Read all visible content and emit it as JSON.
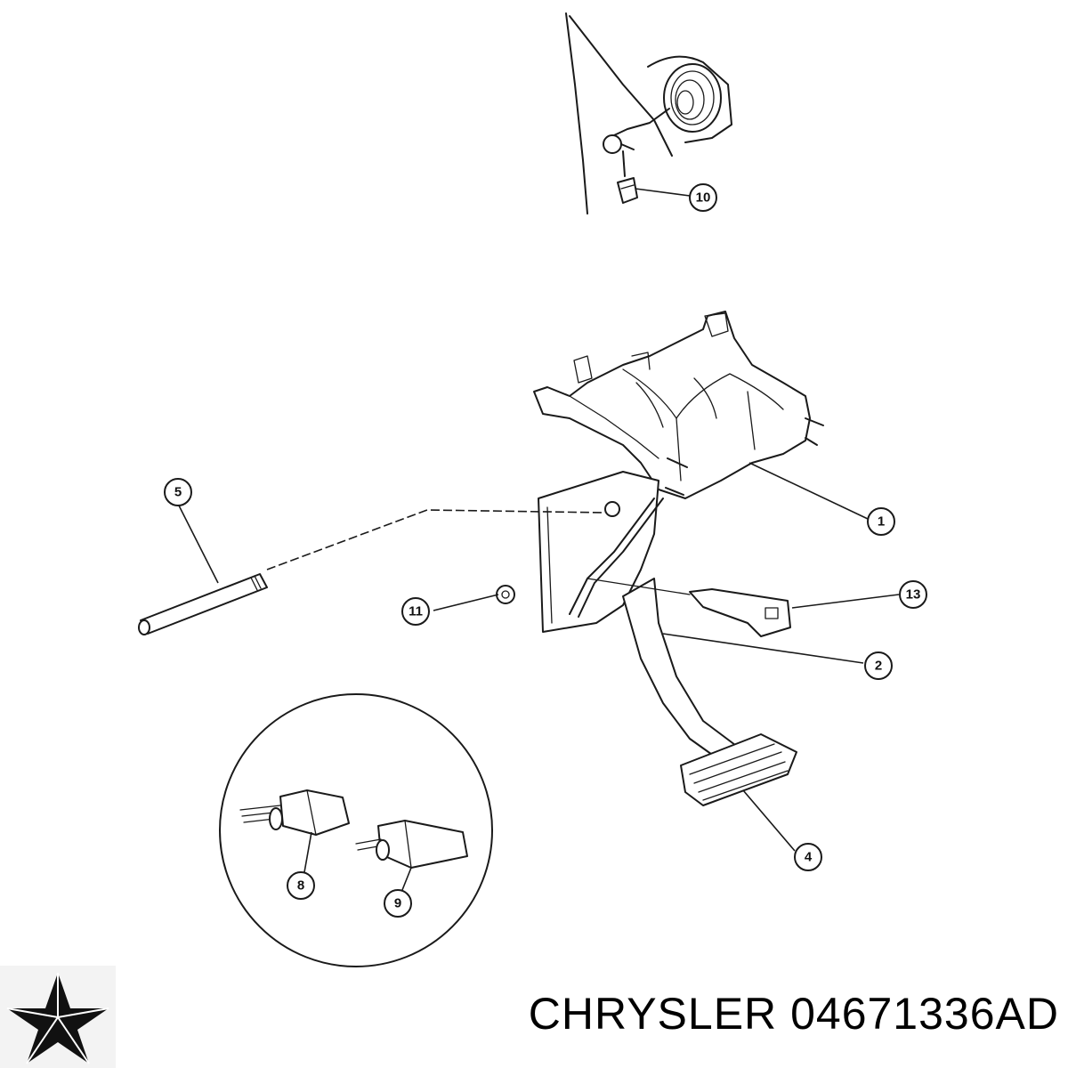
{
  "callouts": [
    {
      "id": "callout-10",
      "label": "10"
    },
    {
      "id": "callout-1",
      "label": "1"
    },
    {
      "id": "callout-5",
      "label": "5"
    },
    {
      "id": "callout-11",
      "label": "11"
    },
    {
      "id": "callout-13",
      "label": "13"
    },
    {
      "id": "callout-2",
      "label": "2"
    },
    {
      "id": "callout-4",
      "label": "4"
    },
    {
      "id": "callout-8",
      "label": "8"
    },
    {
      "id": "callout-9",
      "label": "9"
    }
  ],
  "footer": {
    "brand": "CHRYSLER",
    "part_number": "04671336AD",
    "logo_icon": "chrysler-pentastar-icon"
  }
}
